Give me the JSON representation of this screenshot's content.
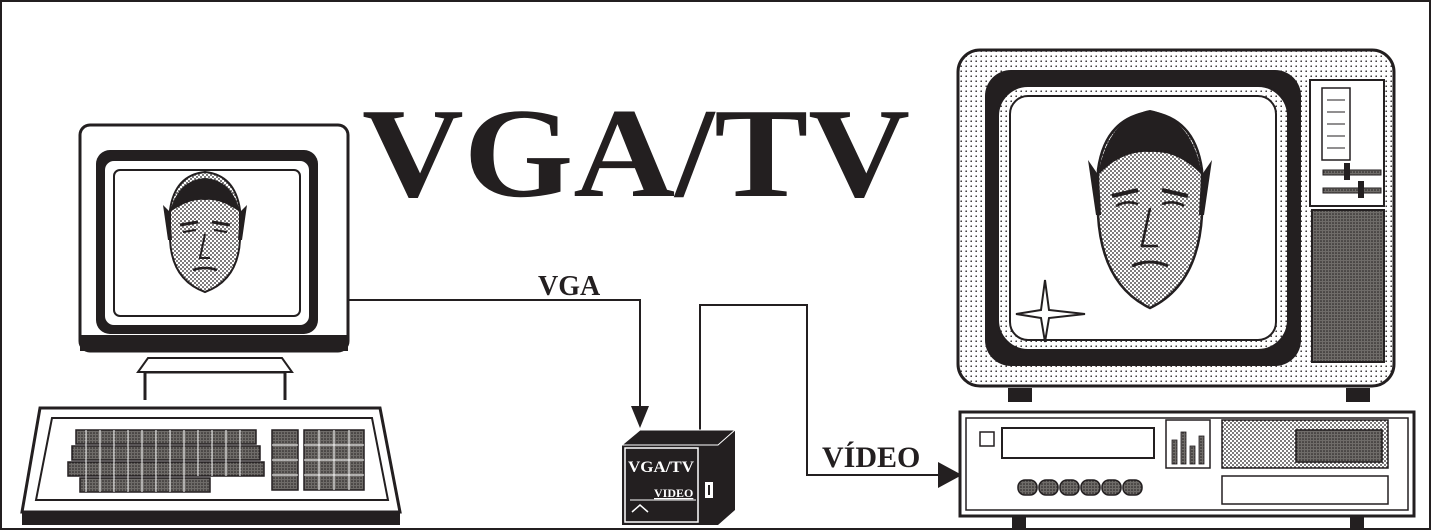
{
  "title": "VGA/TV",
  "connections": {
    "vga_label": "VGA",
    "video_label": "VÍDEO"
  },
  "converter_box": {
    "brand": "VGA/TV",
    "badge": "VIDEO"
  },
  "colors": {
    "ink": "#231f20",
    "paper": "#ffffff",
    "screen_gray": "#b9b7b4"
  },
  "icons": [
    "computer-monitor",
    "keyboard",
    "converter-box",
    "television",
    "video-recorder",
    "face-illustration",
    "sparkle"
  ]
}
